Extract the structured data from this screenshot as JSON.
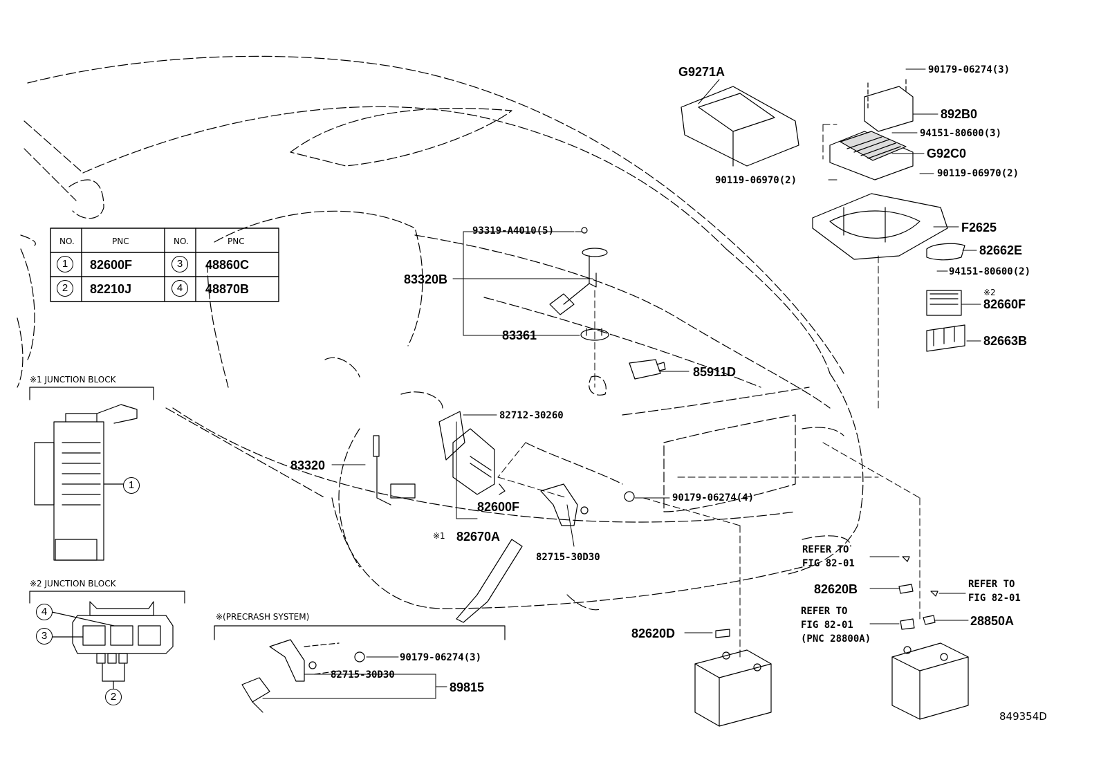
{
  "table": {
    "headers": [
      "NO.",
      "PNC",
      "NO.",
      "PNC"
    ],
    "rows": [
      {
        "n1": "1",
        "p1": "82600F",
        "n2": "3",
        "p2": "48860C"
      },
      {
        "n1": "2",
        "p1": "82210J",
        "n2": "4",
        "p2": "48870B"
      }
    ]
  },
  "captions": {
    "junction1": "※1 JUNCTION BLOCK",
    "junction2": "※2 JUNCTION BLOCK",
    "precrash": "※(PRECRASH SYSTEM)"
  },
  "labels": {
    "g9271a": "G9271A",
    "n90179_3": "90179-06274(3)",
    "p892b0": "892B0",
    "n94151_3": "94151-80600(3)",
    "g92c0": "G92C0",
    "n90119_l": "90119-06970(2)",
    "n90119_r": "90119-06970(2)",
    "f2625": "F2625",
    "p82662e": "82662E",
    "n94151_2": "94151-80600(2)",
    "mark2": "※2",
    "p82660f": "82660F",
    "p82663b": "82663B",
    "n93319": "93319-A4010(5)",
    "p83320b": "83320B",
    "p83361": "83361",
    "p85911d": "85911D",
    "n82712": "82712-30260",
    "p83320": "83320",
    "n90179_4": "90179-06274(4)",
    "p82600f": "82600F",
    "mark1": "※1",
    "p82670a": "82670A",
    "n82715": "82715-30D30",
    "refer1a": "REFER TO",
    "refer1b": "FIG 82-01",
    "p82620b": "82620B",
    "refer2a": "REFER TO",
    "refer2b": "FIG 82-01",
    "refer3a": "REFER TO",
    "refer3b": "FIG 82-01",
    "refer3c": "(PNC 28800A)",
    "p28850a": "28850A",
    "p82620d": "82620D",
    "n90179_3b": "90179-06274(3)",
    "n82715b": "82715-30D30",
    "p89815": "89815",
    "figno": "849354D"
  },
  "callouts": {
    "c1": "1",
    "c2": "2",
    "c3": "3",
    "c4": "4"
  }
}
